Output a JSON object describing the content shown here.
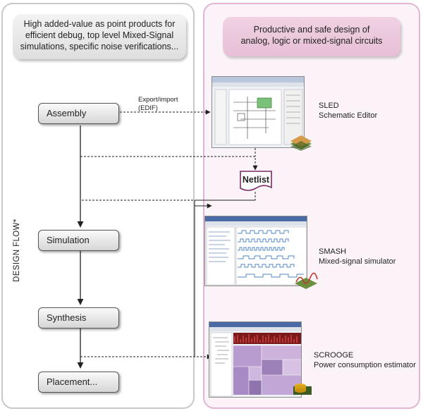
{
  "left_callout": {
    "line1": "High added-value as point products for",
    "line2": "efficient debug, top level Mixed-Signal",
    "line3": "simulations, specific noise verifications..."
  },
  "right_callout": {
    "line1": "Productive and safe design of",
    "line2": "analog, logic or mixed-signal circuits"
  },
  "flow_label": "DESIGN FLOW*",
  "steps": [
    {
      "label": "Assembly"
    },
    {
      "label": "Simulation"
    },
    {
      "label": "Synthesis"
    },
    {
      "label": "Placement..."
    }
  ],
  "export_label": {
    "line1": "Export/import",
    "line2": "(EDIF)"
  },
  "netlist_label": "Netlist",
  "tools": [
    {
      "name": "SLED",
      "description": "Schematic Editor"
    },
    {
      "name": "SMASH",
      "description": "Mixed-signal simulator"
    },
    {
      "name": "SCROOGE",
      "description": "Power consumption estimator"
    }
  ]
}
